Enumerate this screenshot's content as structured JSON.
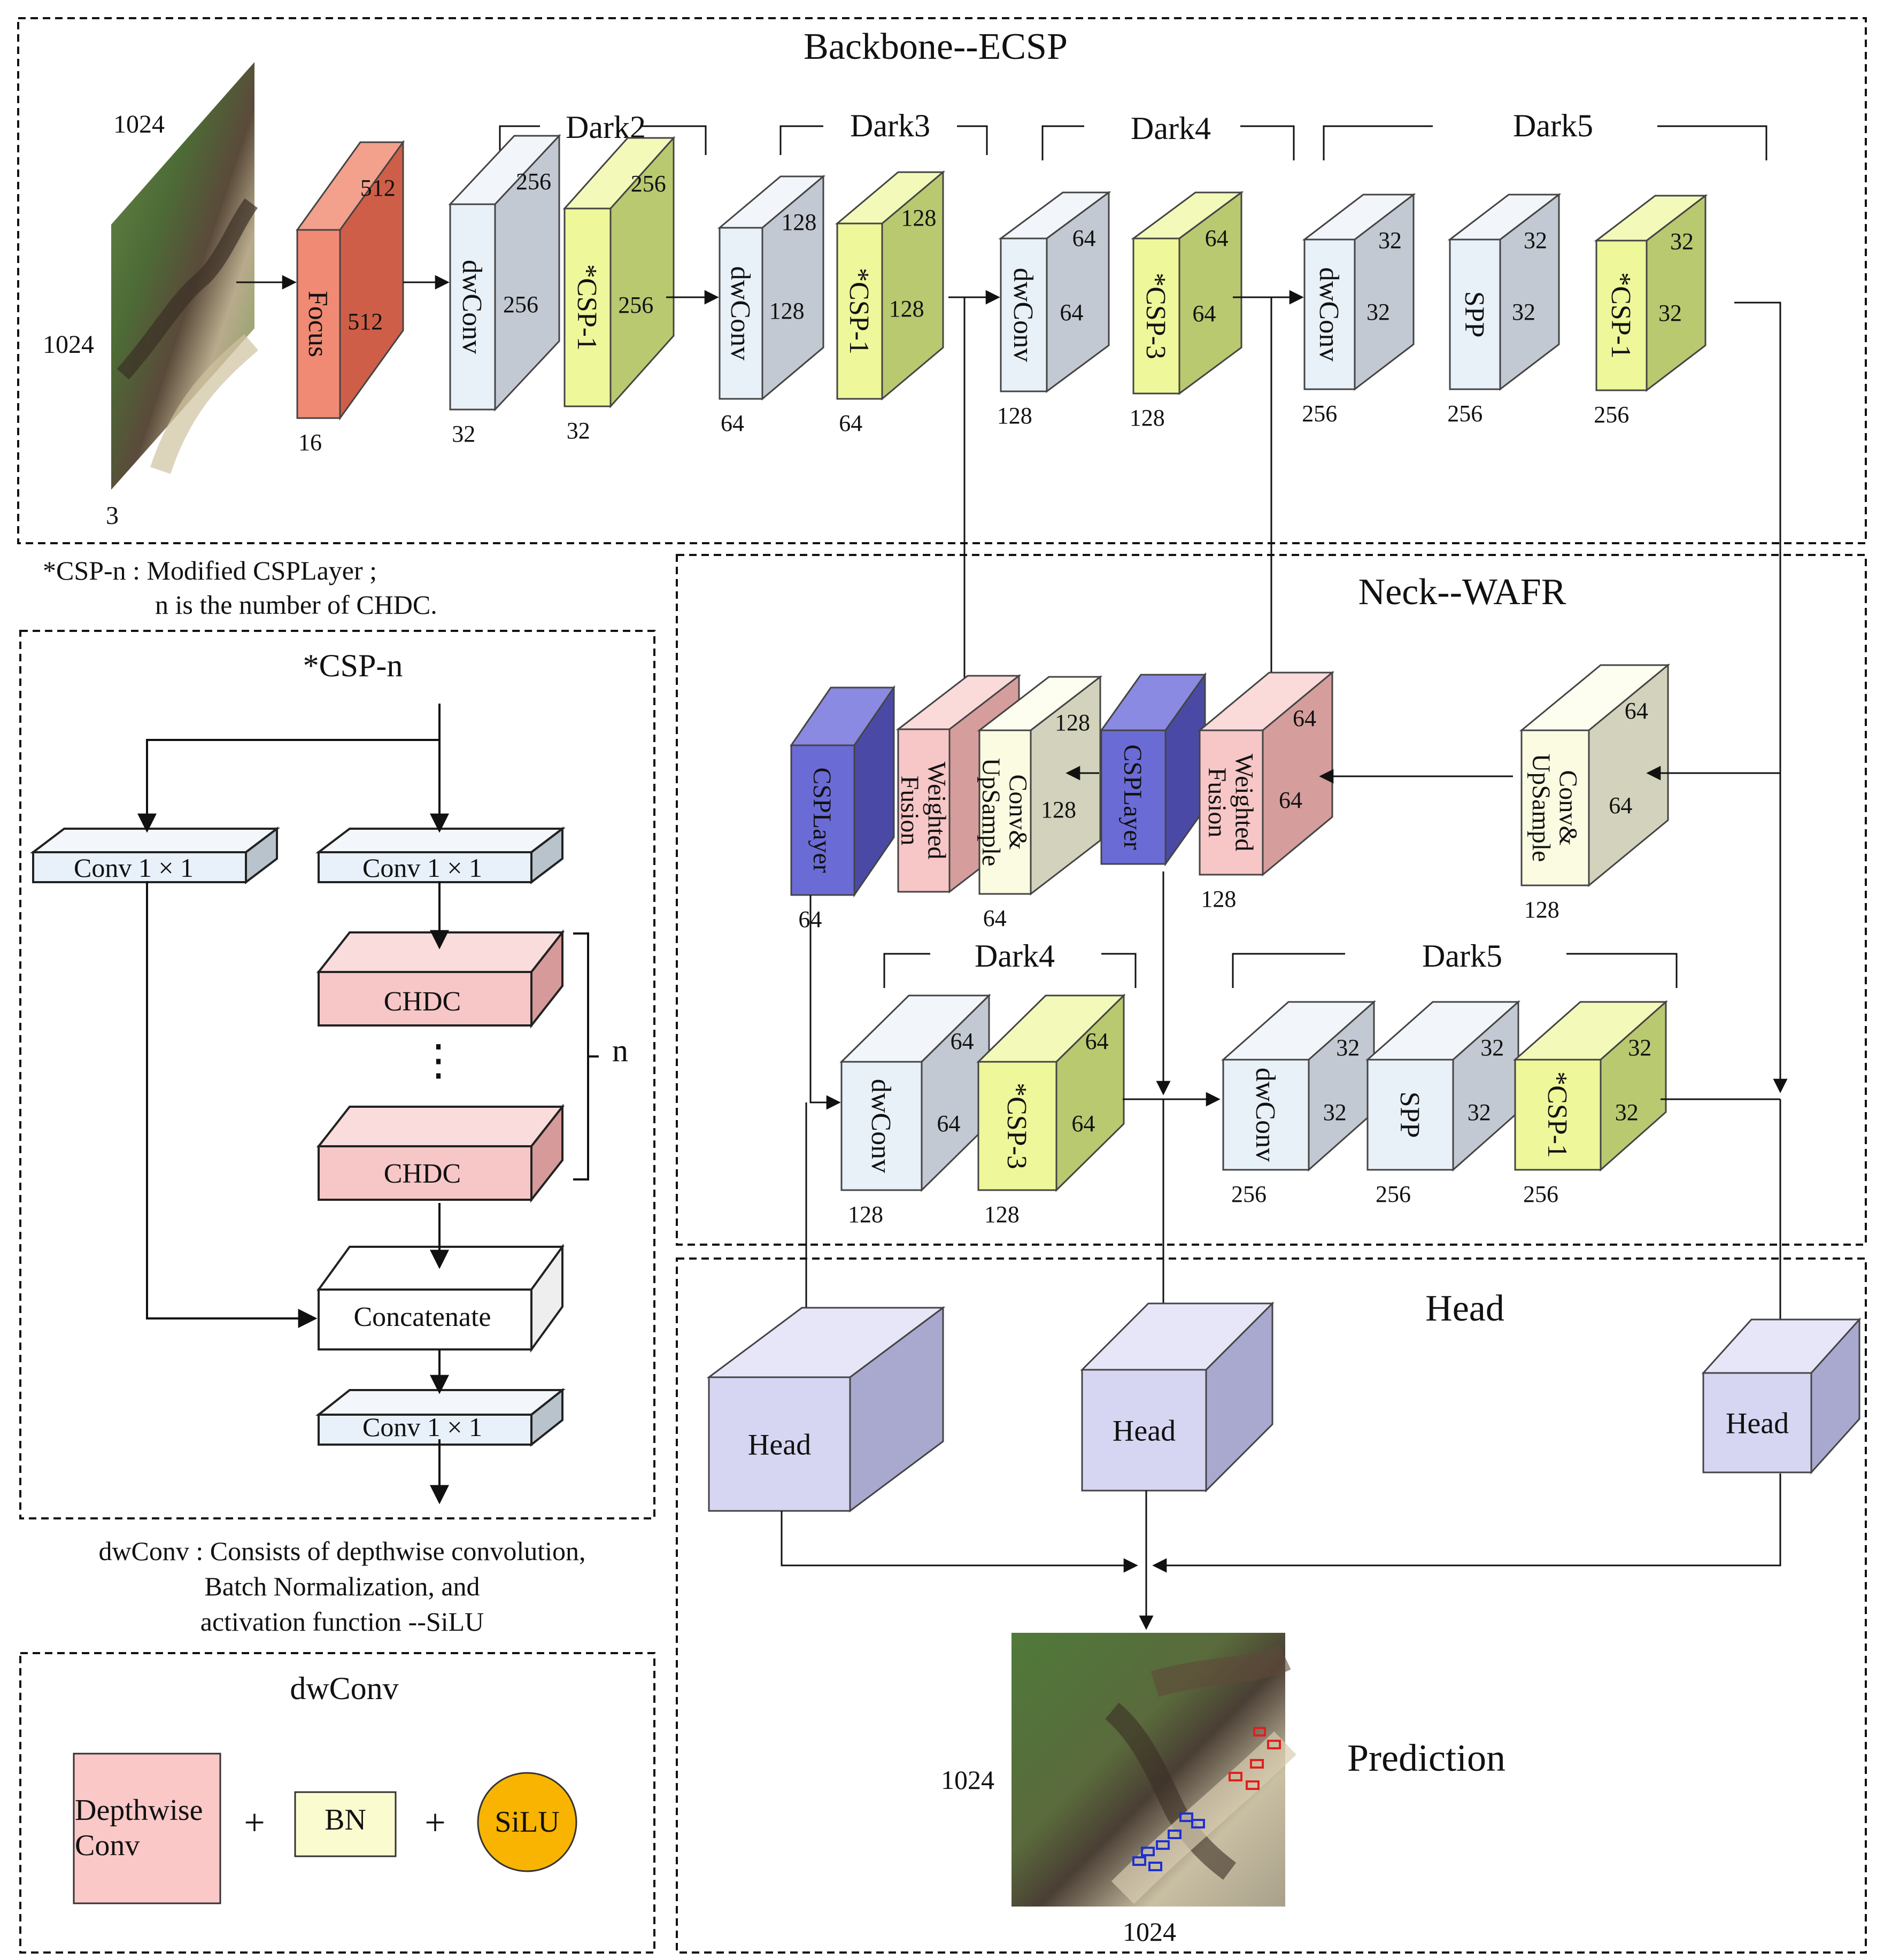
{
  "backbone": {
    "title": "Backbone--ECSP",
    "input": {
      "height_label": "1024",
      "width_label": "1024",
      "channels_label": "3"
    },
    "groups": {
      "dark2": "Dark2",
      "dark3": "Dark3",
      "dark4": "Dark4",
      "dark5": "Dark5"
    },
    "blocks": [
      {
        "label": "Focus",
        "front": "512",
        "side": "512",
        "bottom": "16",
        "color": "red"
      },
      {
        "label": "dwConv",
        "front": "256",
        "side": "256",
        "bottom": "32",
        "color": "light"
      },
      {
        "label": "*CSP-1",
        "front": "256",
        "side": "256",
        "bottom": "32",
        "color": "yellow"
      },
      {
        "label": "dwConv",
        "front": "128",
        "side": "128",
        "bottom": "64",
        "color": "light"
      },
      {
        "label": "*CSP-1",
        "front": "128",
        "side": "128",
        "bottom": "64",
        "color": "yellow"
      },
      {
        "label": "dwConv",
        "front": "64",
        "side": "64",
        "bottom": "128",
        "color": "light"
      },
      {
        "label": "*CSP-3",
        "front": "64",
        "side": "64",
        "bottom": "128",
        "color": "yellow"
      },
      {
        "label": "dwConv",
        "front": "32",
        "side": "32",
        "bottom": "256",
        "color": "light"
      },
      {
        "label": "SPP",
        "front": "32",
        "side": "32",
        "bottom": "256",
        "color": "light"
      },
      {
        "label": "*CSP-1",
        "front": "32",
        "side": "32",
        "bottom": "256",
        "color": "yellow"
      }
    ]
  },
  "notes": {
    "csp_line1": "*CSP-n : Modified CSPLayer ;",
    "csp_line2": "n is the number of CHDC.",
    "dw_line1": "dwConv : Consists of depthwise convolution,",
    "dw_line2": "Batch Normalization, and",
    "dw_line3": "activation function --SiLU"
  },
  "csp_panel": {
    "title": "*CSP-n",
    "conv_left": "Conv 1 × 1",
    "conv_right": "Conv 1 × 1",
    "chdc_top": "CHDC",
    "dots": "⋮",
    "chdc_bottom": "CHDC",
    "n_label": "n",
    "concat": "Concatenate",
    "conv_out": "Conv 1 × 1"
  },
  "dwconv_panel": {
    "title": "dwConv",
    "depthwise": "Depthwise Conv",
    "plus1": "+",
    "bn": "BN",
    "plus2": "+",
    "silu": "SiLU"
  },
  "neck": {
    "title": "Neck--WAFR",
    "top_row": [
      {
        "label": "CSPLayer",
        "front": "",
        "side": "",
        "bottom": "64",
        "color": "blue"
      },
      {
        "label": "Weighted Fusion",
        "front": "",
        "side": "",
        "bottom": "",
        "color": "pink"
      },
      {
        "label": "Conv& UpSample",
        "front": "128",
        "side": "128",
        "bottom": "64",
        "color": "cream"
      },
      {
        "label": "CSPLayer",
        "front": "",
        "side": "",
        "bottom": "",
        "color": "blue"
      },
      {
        "label": "Weighted Fusion",
        "front": "64",
        "side": "64",
        "bottom": "128",
        "color": "pink"
      },
      {
        "label": "Conv& UpSample",
        "front": "64",
        "side": "64",
        "bottom": "128",
        "color": "cream"
      }
    ],
    "groups": {
      "dark4": "Dark4",
      "dark5": "Dark5"
    },
    "bottom_row": [
      {
        "label": "dwConv",
        "front": "64",
        "side": "64",
        "bottom": "128",
        "color": "light"
      },
      {
        "label": "*CSP-3",
        "front": "64",
        "side": "64",
        "bottom": "128",
        "color": "yellow"
      },
      {
        "label": "dwConv",
        "front": "32",
        "side": "32",
        "bottom": "256",
        "color": "light"
      },
      {
        "label": "SPP",
        "front": "32",
        "side": "32",
        "bottom": "256",
        "color": "light"
      },
      {
        "label": "*CSP-1",
        "front": "32",
        "side": "32",
        "bottom": "256",
        "color": "yellow"
      }
    ]
  },
  "head": {
    "title": "Head",
    "boxes": [
      "Head",
      "Head",
      "Head"
    ],
    "prediction_label": "Prediction",
    "pred_height_label": "1024",
    "pred_width_label": "1024"
  },
  "colors": {
    "red": {
      "front": "#f08a74",
      "top": "#f3a08d",
      "side": "#cf5e48"
    },
    "light": {
      "front": "#e8f0f8",
      "top": "#f2f6fb",
      "side": "#c3c9d2"
    },
    "yellow": {
      "front": "#eef79a",
      "top": "#f3f9b8",
      "side": "#b9c970"
    },
    "blue": {
      "front": "#6b6bd6",
      "top": "#8a8ae2",
      "side": "#4a4aa6"
    },
    "pink": {
      "front": "#f7c6c6",
      "top": "#fbdada",
      "side": "#d69d9d"
    },
    "cream": {
      "front": "#fbfbe2",
      "top": "#fdfdf0",
      "side": "#d3d3bd"
    },
    "head": {
      "front": "#d6d6f2",
      "top": "#e6e6f8",
      "side": "#a9a9cf"
    },
    "chdc": {
      "front": "#f7c6c6",
      "top": "#fbdcdc",
      "side": "#d69a9a"
    },
    "conv": {
      "front": "#e8f1fa",
      "top": "#f3f7fc",
      "side": "#b9c3cc"
    },
    "white": {
      "front": "#ffffff",
      "top": "#ffffff",
      "side": "#eeeeee"
    },
    "silu": "#f8b400",
    "bn": "#fbfbd0",
    "depthwise": "#fbc8c8"
  }
}
